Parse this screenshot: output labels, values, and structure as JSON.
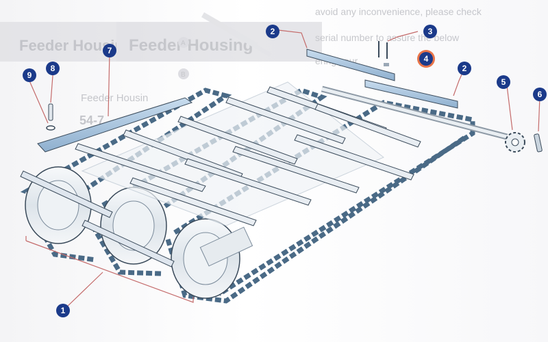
{
  "background_text": {
    "title": "Feeder Housing",
    "subtitle": "Feeder Housin",
    "code": "54-7",
    "notice_line1": "avoid any inconvenience, please check",
    "notice_line2": "serial number to assure the below",
    "notice_line3": "ering your",
    "badge_a": "A",
    "badge_b": "B"
  },
  "callouts": [
    {
      "id": "1",
      "part": "chain-assembly",
      "highlighted": false
    },
    {
      "id": "2",
      "part": "slat-bar-front",
      "highlighted": false
    },
    {
      "id": "2",
      "part": "slat-bar-rear",
      "highlighted": false
    },
    {
      "id": "3",
      "part": "bolt",
      "highlighted": false
    },
    {
      "id": "4",
      "part": "nut",
      "highlighted": true
    },
    {
      "id": "5",
      "part": "sprocket",
      "highlighted": false
    },
    {
      "id": "6",
      "part": "key",
      "highlighted": false
    },
    {
      "id": "7",
      "part": "wear-strip",
      "highlighted": false
    },
    {
      "id": "8",
      "part": "pin",
      "highlighted": false
    },
    {
      "id": "9",
      "part": "washer",
      "highlighted": false
    }
  ],
  "colors": {
    "callout_fill": "#1b3a8a",
    "callout_highlight_ring": "#e8754a",
    "leader_line": "#c46a6a",
    "chain": "#4a6a86",
    "chain_light": "#9cb6cc",
    "part_blue": "#a8c4e0",
    "drum": "#e9eef2",
    "outline": "#3a4a5a"
  }
}
